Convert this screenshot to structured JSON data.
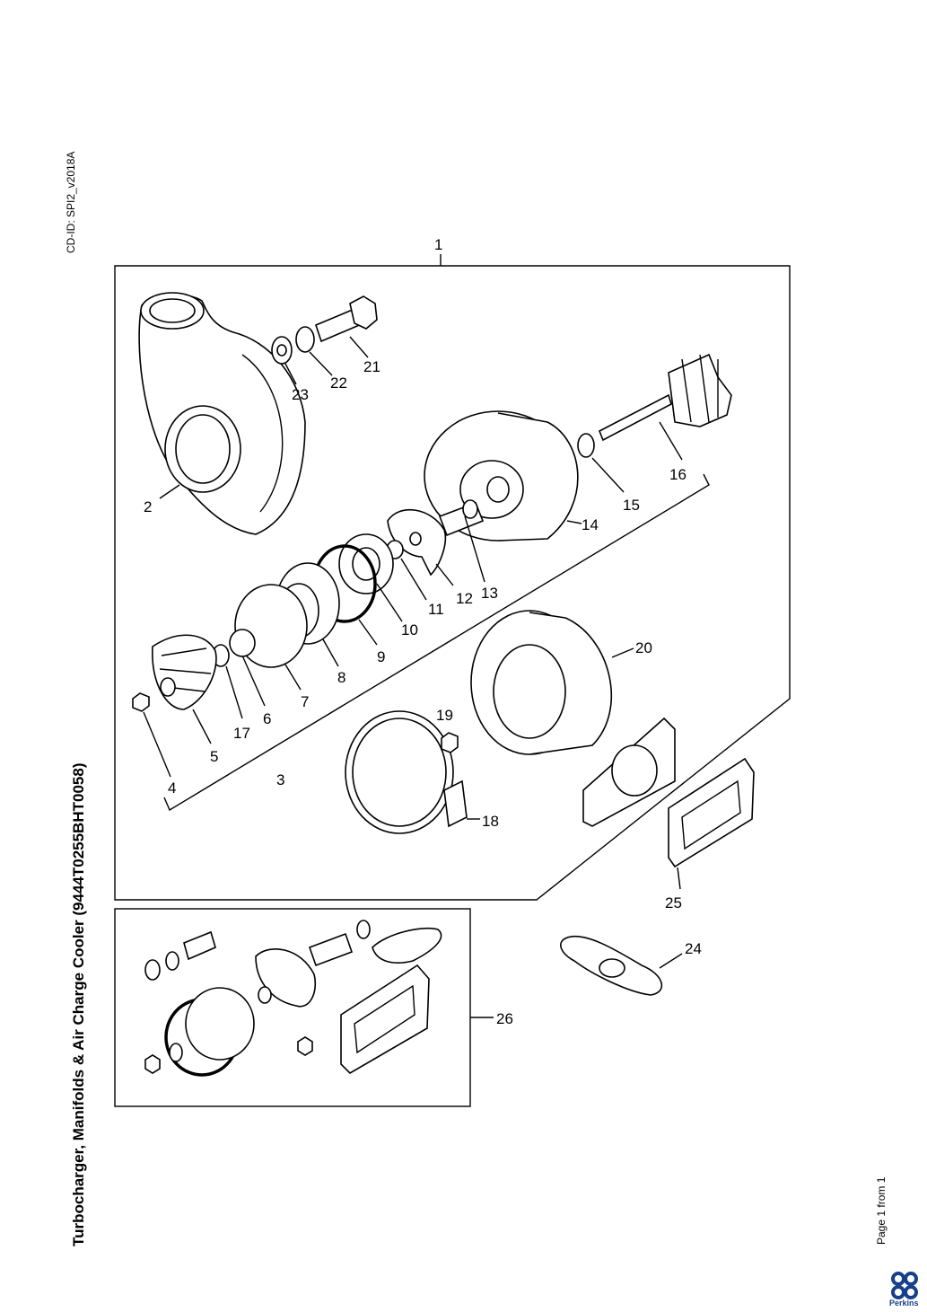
{
  "document": {
    "cd_id": "CD-ID: SPI2_v2018A",
    "title": "Turbocharger, Manifolds & Air Charge Cooler (9444T0255BHT0058)",
    "page_info": "Page 1 from 1",
    "brand": "Perkins",
    "brand_color": "#17408b"
  },
  "callouts": [
    "1",
    "2",
    "3",
    "4",
    "5",
    "6",
    "7",
    "8",
    "9",
    "10",
    "11",
    "12",
    "13",
    "14",
    "15",
    "16",
    "17",
    "18",
    "19",
    "20",
    "21",
    "22",
    "23",
    "24",
    "25",
    "26"
  ]
}
